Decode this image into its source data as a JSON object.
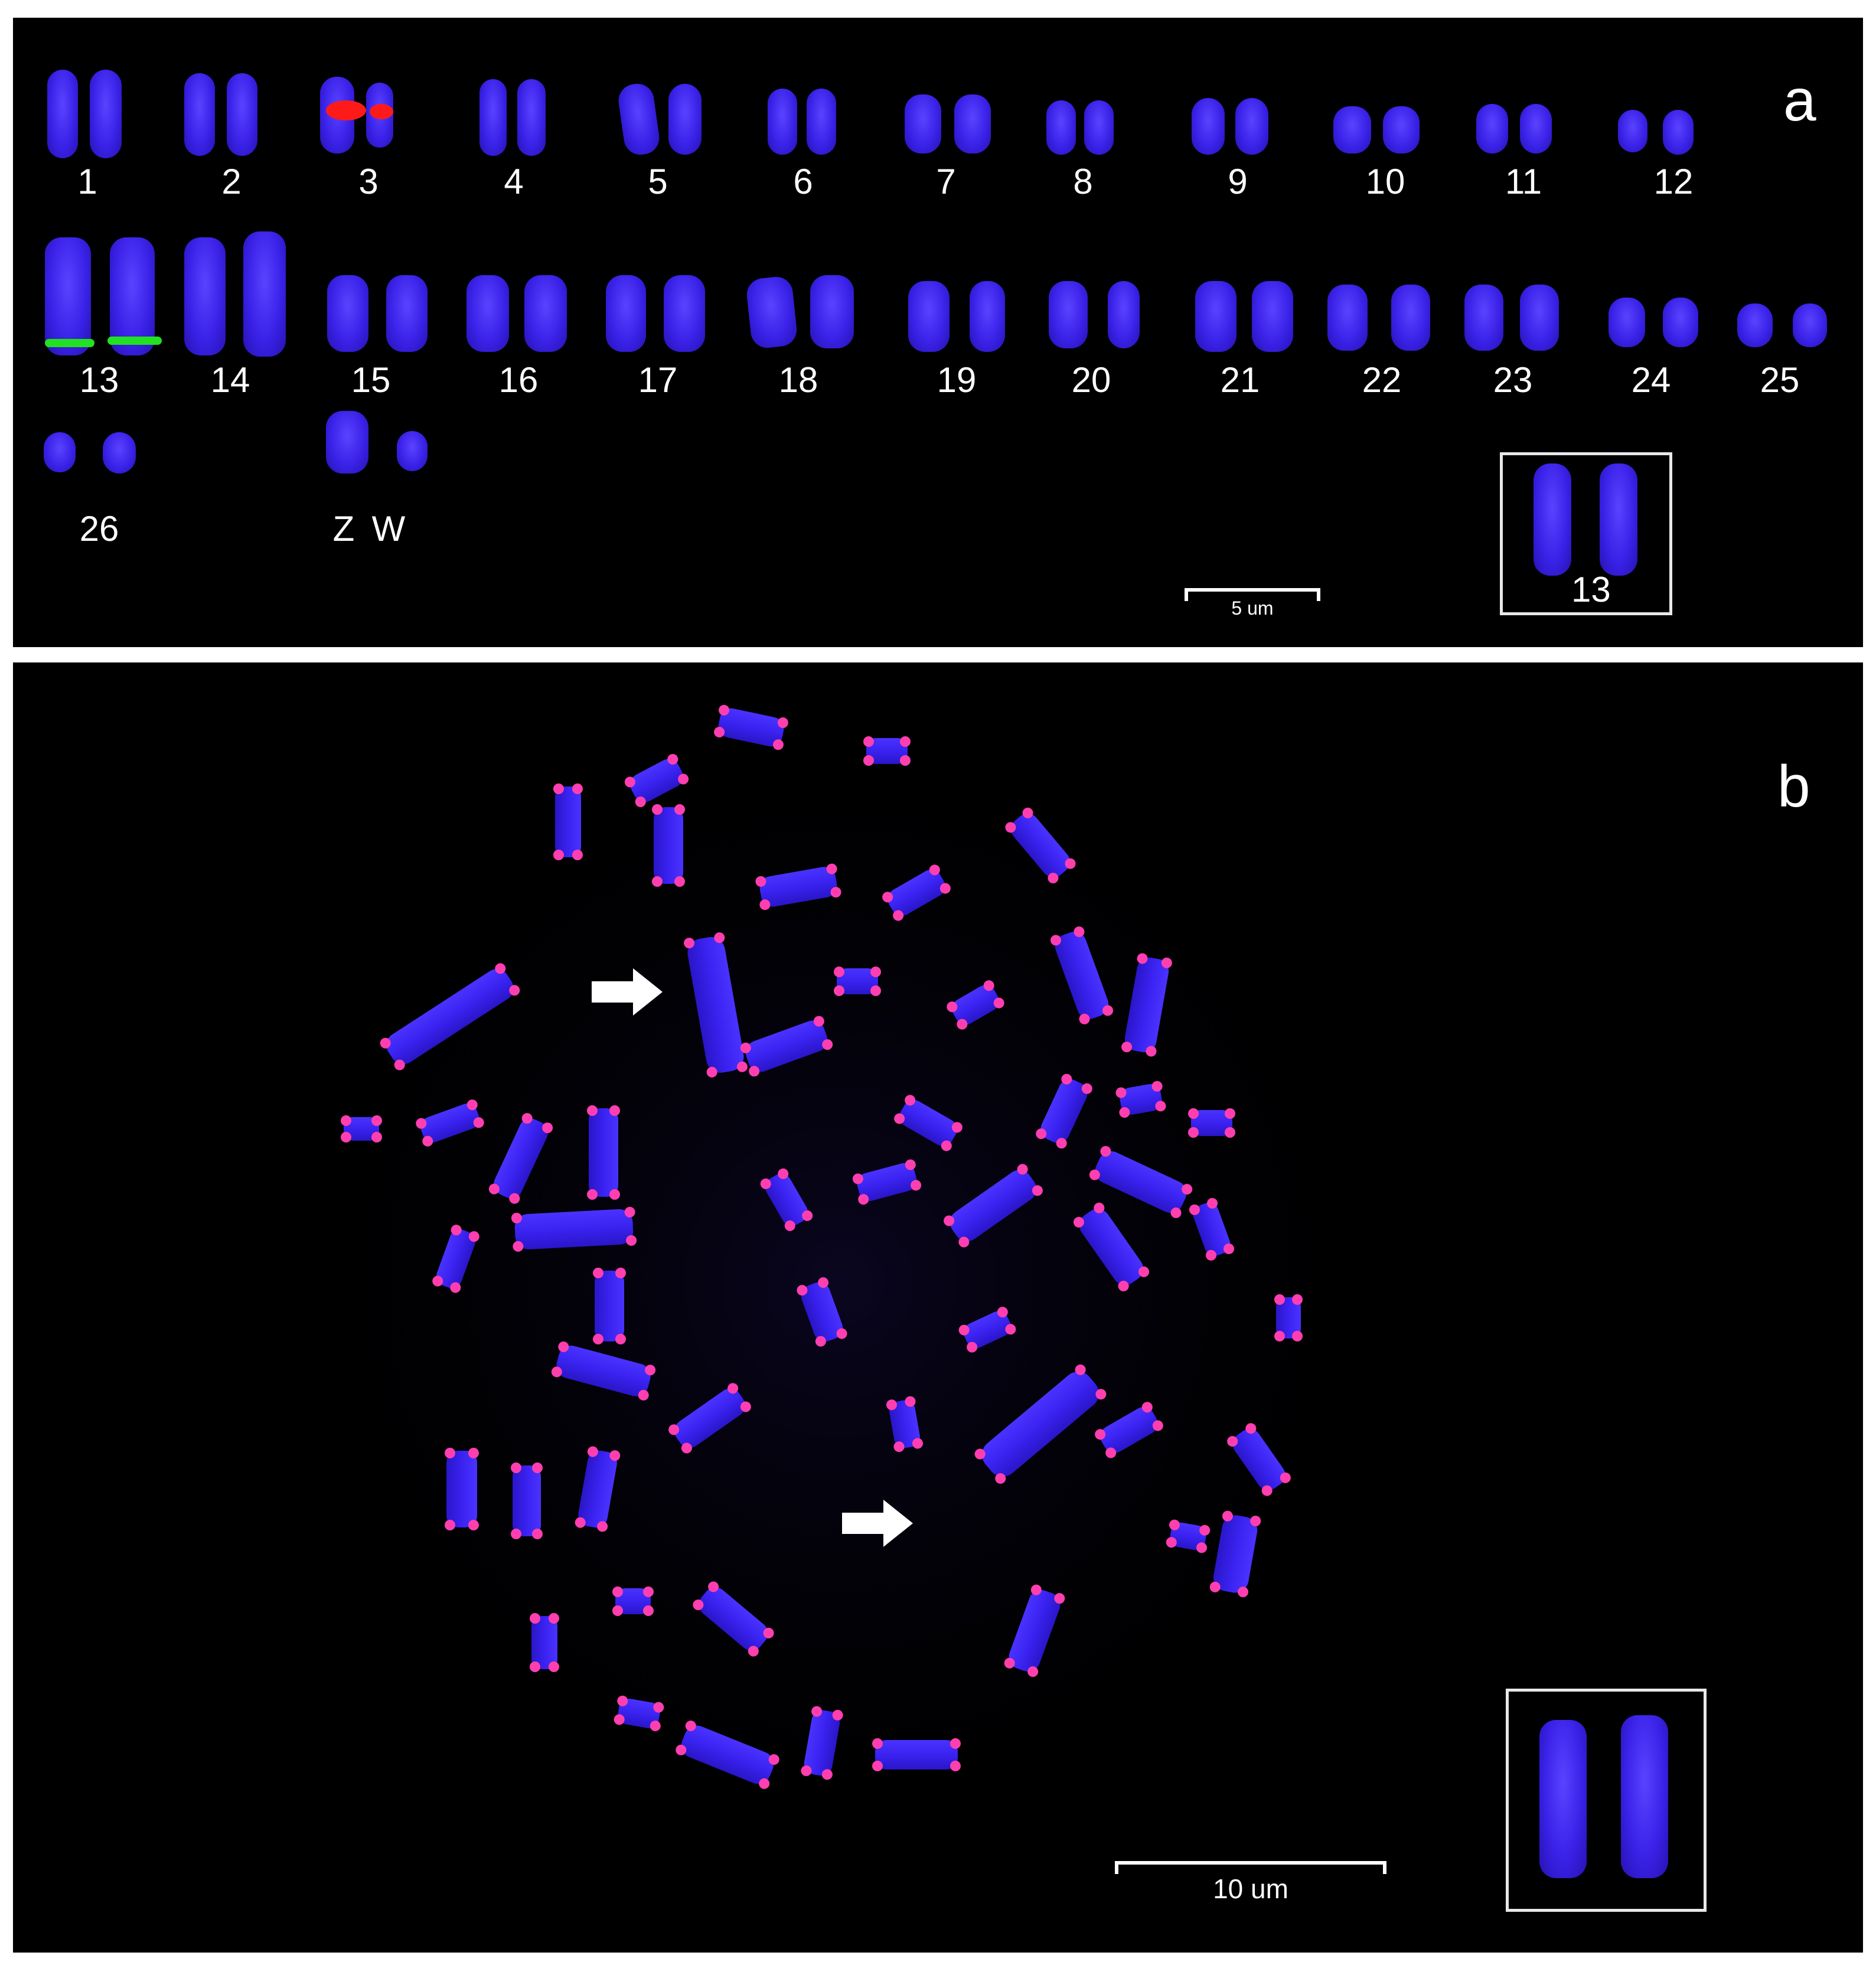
{
  "panel_a": {
    "letter": "a",
    "chromosome_labels": [
      "1",
      "2",
      "3",
      "4",
      "5",
      "6",
      "7",
      "8",
      "9",
      "10",
      "11",
      "12",
      "13",
      "14",
      "15",
      "16",
      "17",
      "18",
      "19",
      "20",
      "21",
      "22",
      "23",
      "24",
      "25",
      "26",
      "Z",
      "W"
    ],
    "signals": {
      "chr3": "red",
      "chr13": "green"
    },
    "scale_label": "5 um",
    "inset_label": "13"
  },
  "panel_b": {
    "letter": "b",
    "scale_label": "10 um",
    "arrow_count": 2,
    "telomere_signal_color": "#ff3fb0"
  },
  "colors": {
    "background": "#000000",
    "chromosome": "#3a22e8",
    "telomere": "#ff3fb0",
    "red_signal": "#ff1a1a",
    "green_signal": "#22e022"
  },
  "icons": [
    "arrow-right-icon"
  ]
}
